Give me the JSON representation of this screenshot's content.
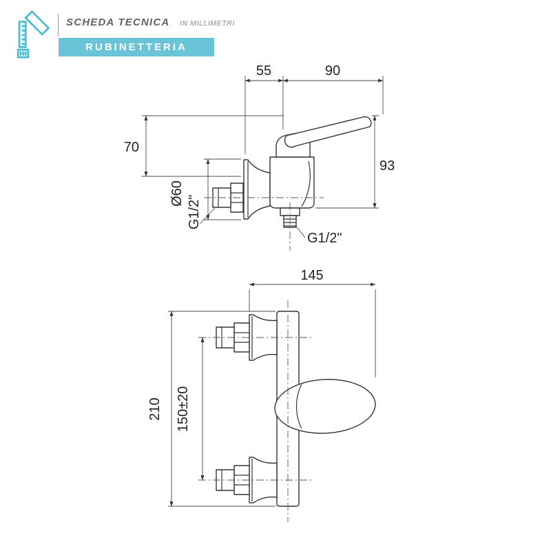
{
  "header": {
    "title": "SCHEDA TECNICA",
    "subtitle": "IN MILLIMETRI",
    "banner": "RUBINETTERIA",
    "accent_color": "#68c4d6",
    "logo_icon": "drafting-tools-icon"
  },
  "side_view": {
    "dims": {
      "depth_55": "55",
      "reach_90": "90",
      "height_70": "70",
      "escutcheon_dia": "Ø60",
      "inlet_thread": "G1/2\"",
      "height_93": "93",
      "outlet_thread": "G1/2\""
    }
  },
  "front_view": {
    "dims": {
      "width_145": "145",
      "height_210": "210",
      "inlet_spacing": "150±20"
    }
  },
  "colors": {
    "line": "#333333",
    "dimension": "#474747"
  }
}
